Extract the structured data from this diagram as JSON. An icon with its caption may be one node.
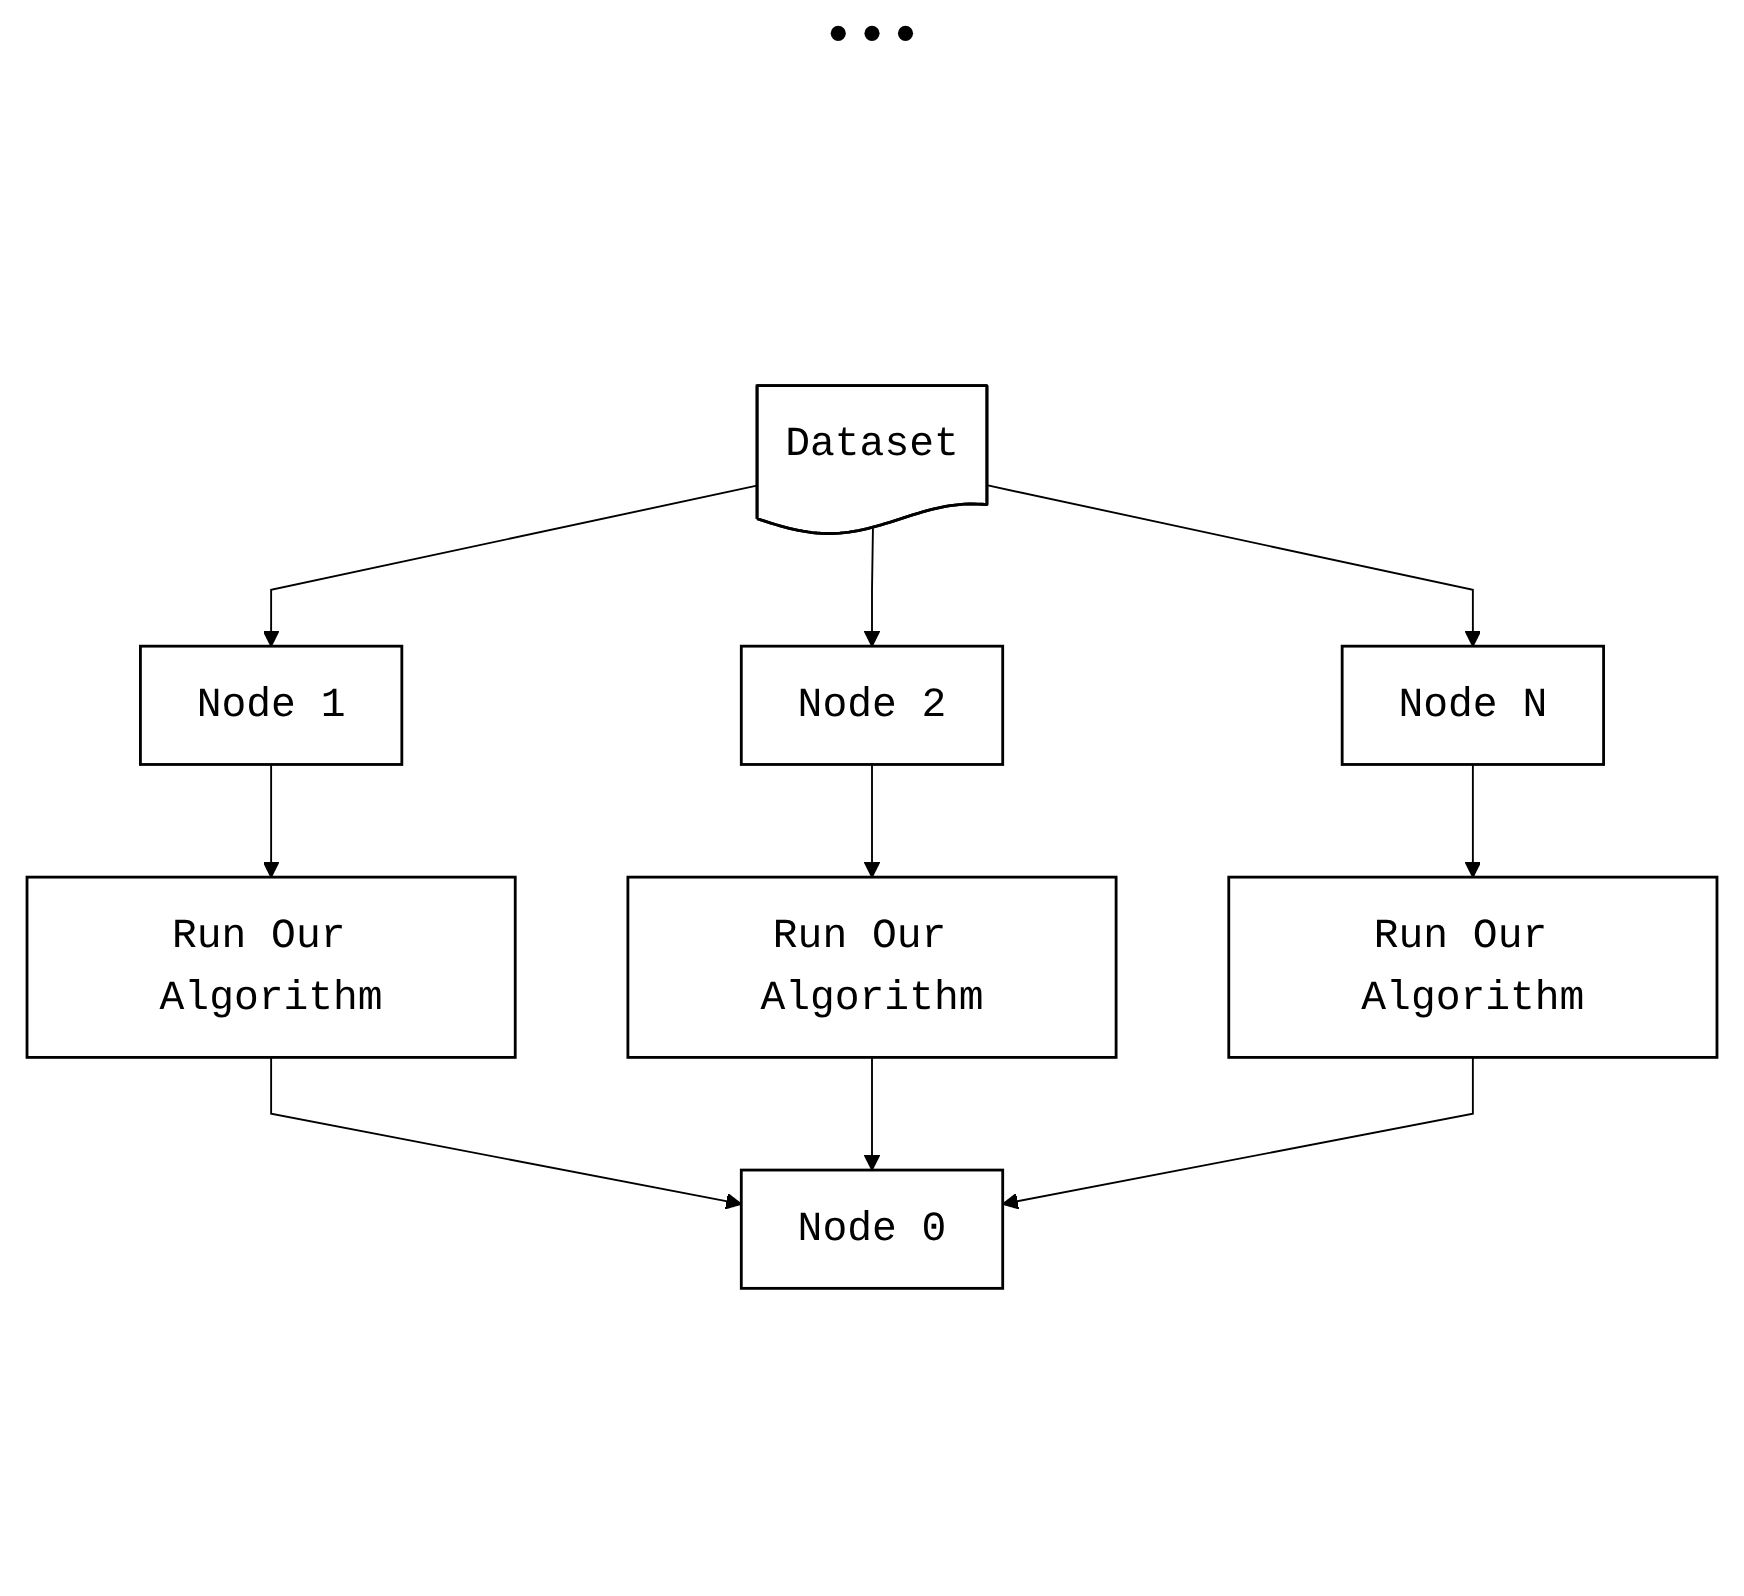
{
  "diagram": {
    "nodes": [
      {
        "text": [
          "Dataset"
        ]
      },
      {
        "text": [
          "Node 1"
        ]
      },
      {
        "text": [
          "Node 2"
        ]
      },
      {
        "text": [
          "Node N"
        ]
      },
      {
        "text": [
          "Run Our Algorithm"
        ]
      },
      {
        "text": [
          "Run Our Algorithm"
        ]
      },
      {
        "text": [
          "Run Our Algorithm"
        ]
      },
      {
        "text": [
          "Node 0"
        ]
      }
    ],
    "edges": [
      {
        "from": 0,
        "to": 1,
        "arrow": "to"
      },
      {
        "from": 0,
        "to": 2,
        "arrow": "to"
      },
      {
        "from": 0,
        "to": 3,
        "arrow": "to"
      },
      {
        "from": 1,
        "to": 4,
        "arrow": "to"
      },
      {
        "from": 2,
        "to": 5,
        "arrow": "to"
      },
      {
        "from": 3,
        "to": 6,
        "arrow": "to"
      },
      {
        "from": 4,
        "to": 7,
        "arrow": "to"
      },
      {
        "from": 5,
        "to": 7,
        "arrow": "to"
      },
      {
        "from": 6,
        "to": 7,
        "arrow": "to"
      }
    ],
    "labels": [
      "•••"
    ]
  }
}
